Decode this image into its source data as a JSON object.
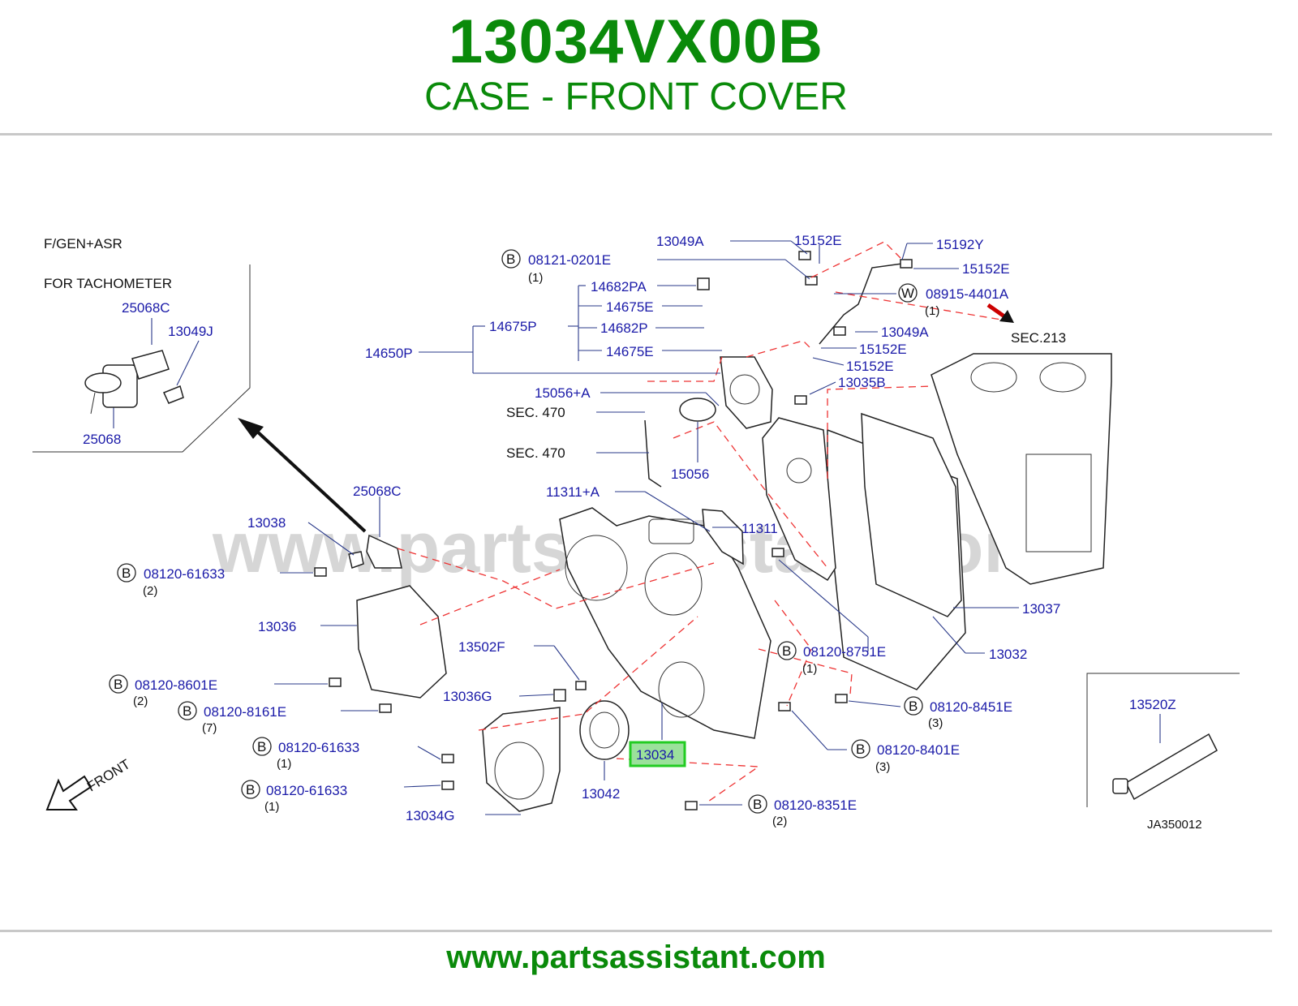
{
  "header": {
    "part_number": "13034VX00B",
    "title": "CASE - FRONT COVER"
  },
  "footer": {
    "url": "www.partsassistant.com"
  },
  "watermark": "www.partsassistant.com",
  "colors": {
    "brand_green": "#0a8a0a",
    "label_blue": "#1a1aa8",
    "leader_dash": "#e33333",
    "highlight": "#22cc22"
  },
  "inset": {
    "note_1": "F/GEN+ASR",
    "note_2": "FOR  TACHOMETER",
    "labels": [
      "25068C",
      "13049J",
      "25068"
    ]
  },
  "references": {
    "sec_470_a": "SEC.  470",
    "sec_470_b": "SEC.  470",
    "sec_213": "SEC.213",
    "front": "FRONT",
    "diagram_id": "JA350012"
  },
  "bolt_prefix_b": "B",
  "bolt_prefix_w": "W",
  "parts": [
    {
      "label": "13049A",
      "prefix": "",
      "qty": ""
    },
    {
      "label": "15152E",
      "prefix": "",
      "qty": ""
    },
    {
      "label": "15192Y",
      "prefix": "",
      "qty": ""
    },
    {
      "label": "08121-0201E",
      "prefix": "B",
      "qty": "(1)"
    },
    {
      "label": "15152E",
      "prefix": "",
      "qty": ""
    },
    {
      "label": "14682PA",
      "prefix": "",
      "qty": ""
    },
    {
      "label": "08915-4401A",
      "prefix": "W",
      "qty": "(1)"
    },
    {
      "label": "14675E",
      "prefix": "",
      "qty": ""
    },
    {
      "label": "14675P",
      "prefix": "",
      "qty": ""
    },
    {
      "label": "14682P",
      "prefix": "",
      "qty": ""
    },
    {
      "label": "13049A",
      "prefix": "",
      "qty": ""
    },
    {
      "label": "14650P",
      "prefix": "",
      "qty": ""
    },
    {
      "label": "14675E",
      "prefix": "",
      "qty": ""
    },
    {
      "label": "15152E",
      "prefix": "",
      "qty": ""
    },
    {
      "label": "15152E",
      "prefix": "",
      "qty": ""
    },
    {
      "label": "13035B",
      "prefix": "",
      "qty": ""
    },
    {
      "label": "15056+A",
      "prefix": "",
      "qty": ""
    },
    {
      "label": "15056",
      "prefix": "",
      "qty": ""
    },
    {
      "label": "11311+A",
      "prefix": "",
      "qty": ""
    },
    {
      "label": "25068C",
      "prefix": "",
      "qty": ""
    },
    {
      "label": "11311",
      "prefix": "",
      "qty": ""
    },
    {
      "label": "13038",
      "prefix": "",
      "qty": ""
    },
    {
      "label": "08120-61633",
      "prefix": "B",
      "qty": "(2)"
    },
    {
      "label": "13037",
      "prefix": "",
      "qty": ""
    },
    {
      "label": "13036",
      "prefix": "",
      "qty": ""
    },
    {
      "label": "13502F",
      "prefix": "",
      "qty": ""
    },
    {
      "label": "08120-8751E",
      "prefix": "B",
      "qty": "(1)"
    },
    {
      "label": "13032",
      "prefix": "",
      "qty": ""
    },
    {
      "label": "08120-8601E",
      "prefix": "B",
      "qty": "(2)"
    },
    {
      "label": "13036G",
      "prefix": "",
      "qty": ""
    },
    {
      "label": "08120-8161E",
      "prefix": "B",
      "qty": "(7)"
    },
    {
      "label": "08120-8451E",
      "prefix": "B",
      "qty": "(3)"
    },
    {
      "label": "13520Z",
      "prefix": "",
      "qty": ""
    },
    {
      "label": "08120-61633",
      "prefix": "B",
      "qty": "(1)"
    },
    {
      "label": "13034",
      "prefix": "",
      "qty": ""
    },
    {
      "label": "08120-8401E",
      "prefix": "B",
      "qty": "(3)"
    },
    {
      "label": "08120-61633",
      "prefix": "B",
      "qty": "(1)"
    },
    {
      "label": "13042",
      "prefix": "",
      "qty": ""
    },
    {
      "label": "13034G",
      "prefix": "",
      "qty": ""
    },
    {
      "label": "08120-8351E",
      "prefix": "B",
      "qty": "(2)"
    }
  ]
}
